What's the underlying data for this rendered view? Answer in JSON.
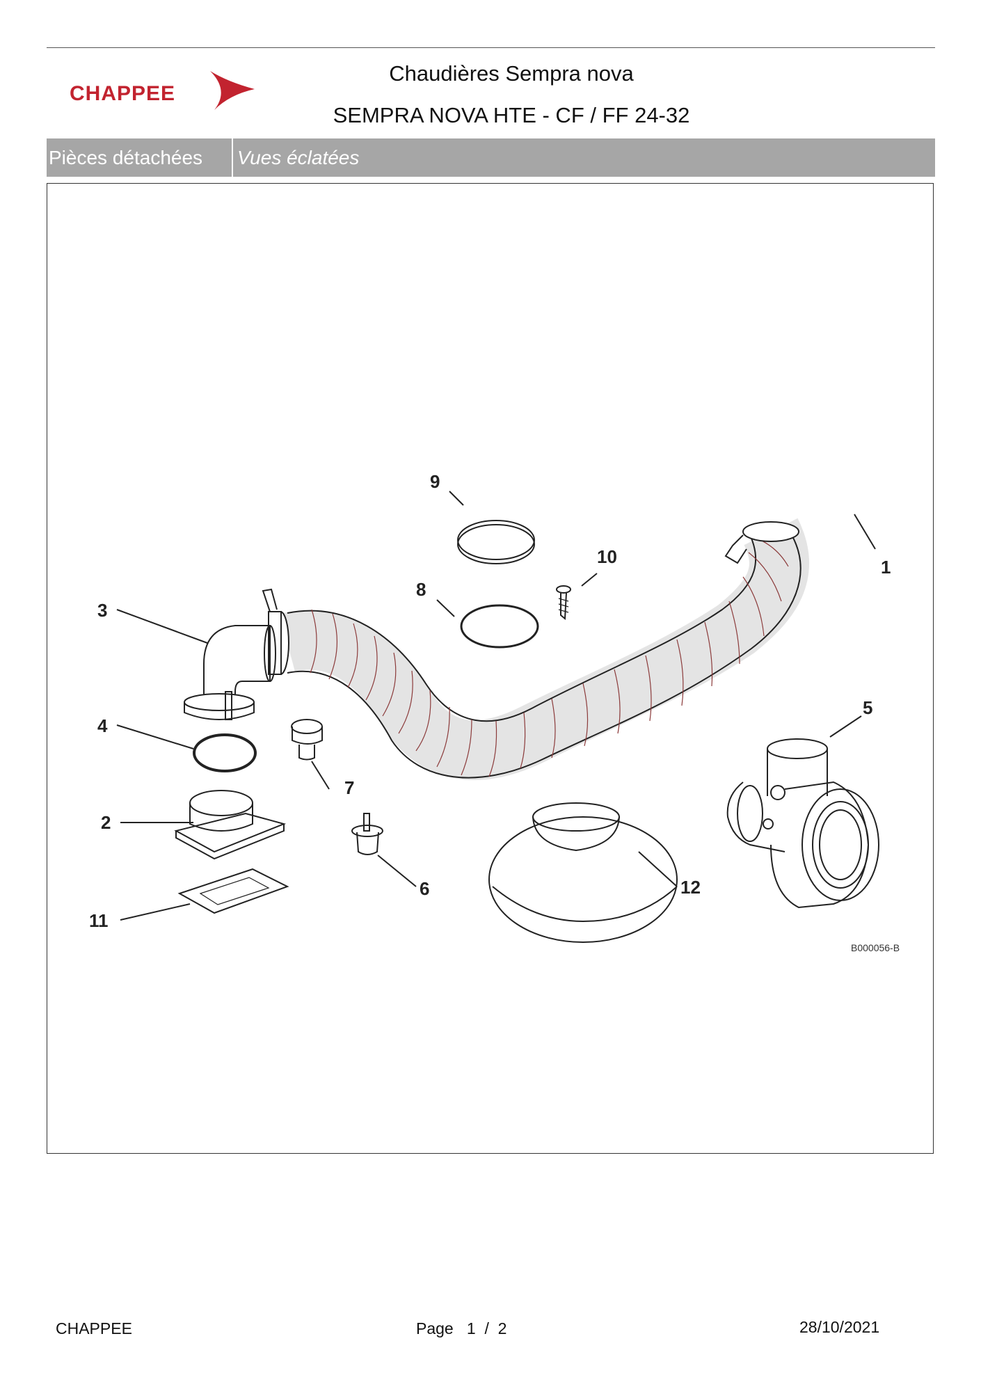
{
  "header": {
    "brand": "CHAPPEE",
    "title": "Chaudières Sempra nova",
    "subtitle": "SEMPRA NOVA HTE - CF / FF 24-32"
  },
  "tabs": {
    "parts": "Pièces détachées",
    "views": "Vues éclatées"
  },
  "diagram": {
    "callouts": [
      "1",
      "2",
      "3",
      "4",
      "5",
      "6",
      "7",
      "8",
      "9",
      "10",
      "11",
      "12"
    ],
    "reference": "B000056-B"
  },
  "footer": {
    "company": "CHAPPEE",
    "page_label": "Page",
    "page_current": "1",
    "page_separator": "/",
    "page_total": "2",
    "date": "28/10/2021"
  },
  "colors": {
    "brand": "#c2232f",
    "tab_bar": "#a6a6a6"
  }
}
